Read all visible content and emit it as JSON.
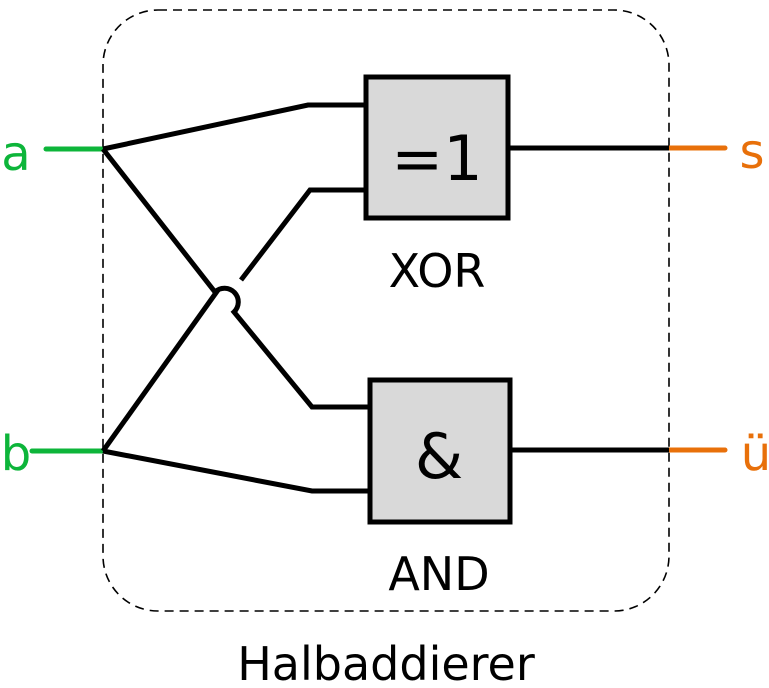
{
  "title": "Halbaddierer",
  "colors": {
    "input": "#0db53a",
    "output": "#e8700a",
    "gate_fill": "#d9d9d9",
    "wire": "#000000"
  },
  "inputs": [
    {
      "id": "a",
      "label": "a"
    },
    {
      "id": "b",
      "label": "b"
    }
  ],
  "outputs": [
    {
      "id": "s",
      "label": "s"
    },
    {
      "id": "u",
      "label": "ü"
    }
  ],
  "gates": [
    {
      "id": "xor",
      "symbol": "=1",
      "name": "XOR"
    },
    {
      "id": "and",
      "symbol": "&",
      "name": "AND"
    }
  ]
}
